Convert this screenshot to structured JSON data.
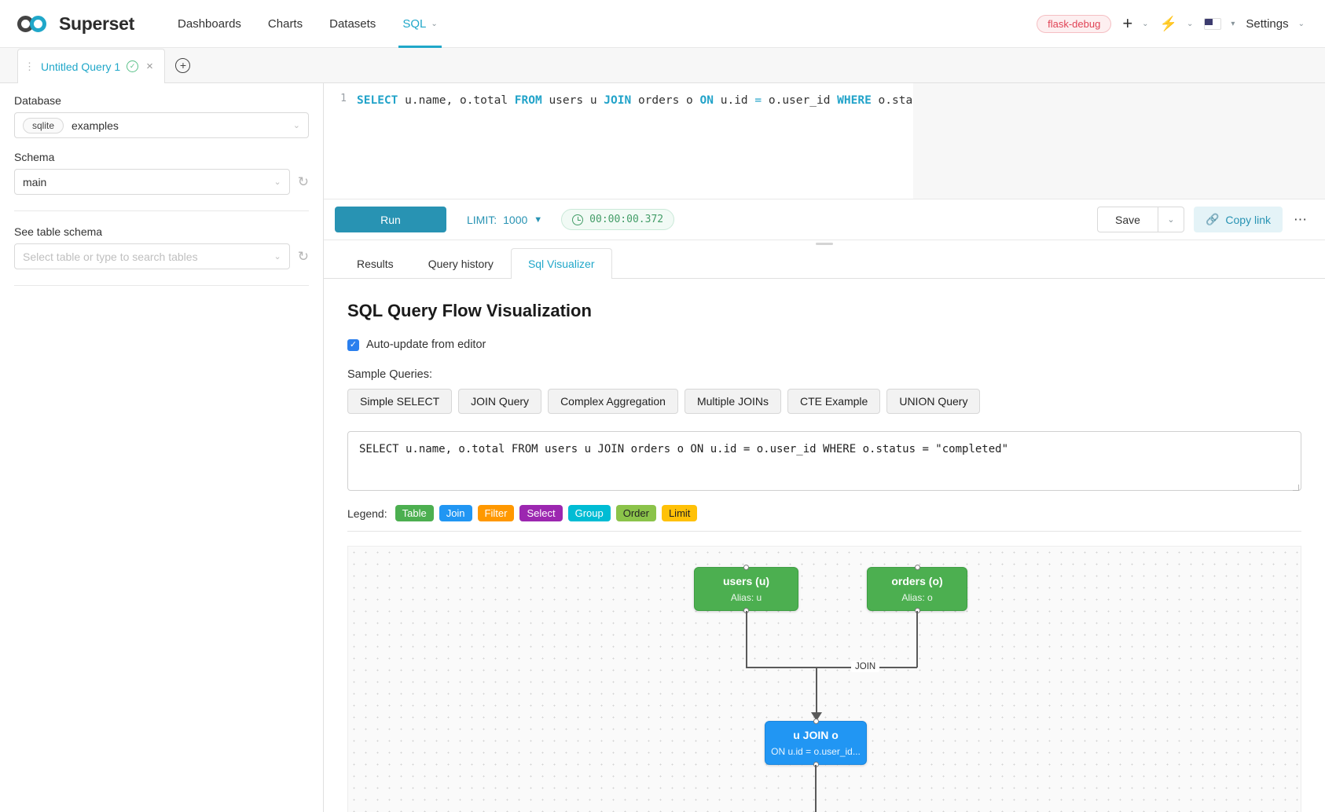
{
  "navbar": {
    "brand": "Superset",
    "links": [
      {
        "label": "Dashboards",
        "active": false,
        "caret": false
      },
      {
        "label": "Charts",
        "active": false,
        "caret": false
      },
      {
        "label": "Datasets",
        "active": false,
        "caret": false
      },
      {
        "label": "SQL",
        "active": true,
        "caret": true
      }
    ],
    "debug_badge": "flask-debug",
    "settings_label": "Settings",
    "caret_glyph": "⌄",
    "plus_glyph": "+",
    "bolt_glyph": "⚡",
    "triangle_glyph": "▾"
  },
  "query_tabs": {
    "dots_glyph": "⋮",
    "active_tab": "Untitled Query 1",
    "check_glyph": "✓",
    "close_glyph": "×",
    "add_glyph": "+"
  },
  "left_panel": {
    "database_label": "Database",
    "database_tag": "sqlite",
    "database_value": "examples",
    "schema_label": "Schema",
    "schema_value": "main",
    "table_label": "See table schema",
    "table_placeholder": "Select table or type to search tables",
    "chevron_glyph": "⌄",
    "refresh_glyph": "↻"
  },
  "editor": {
    "line_number": "1",
    "tokens": [
      {
        "t": "SELECT",
        "c": "kw"
      },
      {
        "t": " u.name, o.total ",
        "c": ""
      },
      {
        "t": "FROM",
        "c": "kw"
      },
      {
        "t": " users u ",
        "c": ""
      },
      {
        "t": "JOIN",
        "c": "kw"
      },
      {
        "t": " orders o ",
        "c": ""
      },
      {
        "t": "ON",
        "c": "kw"
      },
      {
        "t": " u.id ",
        "c": ""
      },
      {
        "t": "=",
        "c": "op"
      },
      {
        "t": " o.user_id ",
        "c": ""
      },
      {
        "t": "WHERE",
        "c": "kw"
      },
      {
        "t": " o.status ",
        "c": ""
      },
      {
        "t": "=",
        "c": "op"
      },
      {
        "t": " ",
        "c": ""
      },
      {
        "t": "\"completed\"",
        "c": "str"
      }
    ]
  },
  "toolbar": {
    "run_label": "Run",
    "limit_label": "LIMIT:",
    "limit_value": "1000",
    "limit_caret": "▼",
    "timer_value": "00:00:00.372",
    "save_label": "Save",
    "save_caret": "⌄",
    "copy_link_label": "Copy link",
    "link_glyph": "🔗",
    "more_glyph": "⋯"
  },
  "result_tabs": [
    {
      "label": "Results",
      "active": false
    },
    {
      "label": "Query history",
      "active": false
    },
    {
      "label": "Sql Visualizer",
      "active": true
    }
  ],
  "visualizer": {
    "title": "SQL Query Flow Visualization",
    "auto_update_label": "Auto-update from editor",
    "auto_update_checked": true,
    "check_glyph": "✓",
    "sample_queries_label": "Sample Queries:",
    "sample_buttons": [
      "Simple SELECT",
      "JOIN Query",
      "Complex Aggregation",
      "Multiple JOINs",
      "CTE Example",
      "UNION Query"
    ],
    "sql_value": "SELECT u.name, o.total FROM users u JOIN orders o ON u.id = o.user_id WHERE o.status = \"completed\"",
    "legend_label": "Legend:",
    "legend": [
      {
        "label": "Table",
        "color": "#4caf50"
      },
      {
        "label": "Join",
        "color": "#2196f3"
      },
      {
        "label": "Filter",
        "color": "#ff9800"
      },
      {
        "label": "Select",
        "color": "#9c27b0"
      },
      {
        "label": "Group",
        "color": "#00bcd4"
      },
      {
        "label": "Order",
        "color": "#8bc34a"
      },
      {
        "label": "Limit",
        "color": "#ffc107"
      }
    ],
    "graph": {
      "nodes": [
        {
          "id": "users",
          "type": "table",
          "title": "users (u)",
          "subtitle": "Alias: u"
        },
        {
          "id": "orders",
          "type": "table",
          "title": "orders (o)",
          "subtitle": "Alias: o"
        },
        {
          "id": "join",
          "type": "join",
          "title": "u JOIN o",
          "subtitle": "ON u.id = o.user_id..."
        }
      ],
      "edge_label": "JOIN"
    }
  }
}
